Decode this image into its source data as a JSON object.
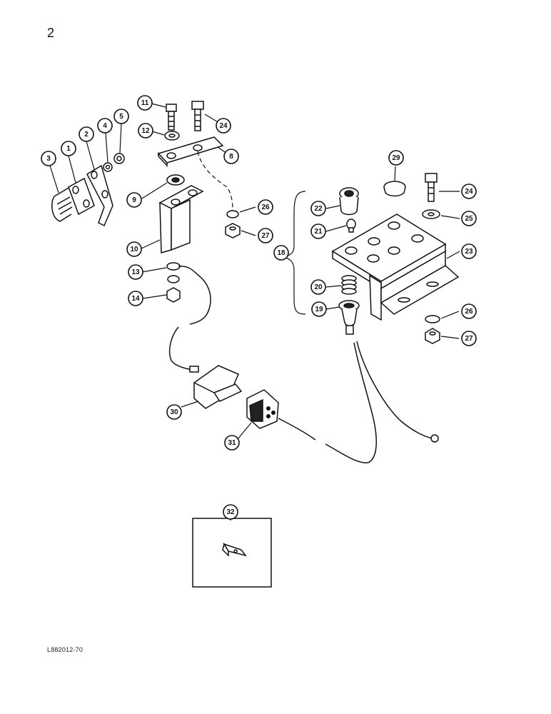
{
  "page_number": "2",
  "figure_code": "L882012-70",
  "callouts": [
    "1",
    "2",
    "3",
    "4",
    "5",
    "8",
    "9",
    "10",
    "11",
    "12",
    "13",
    "14",
    "18",
    "19",
    "20",
    "21",
    "22",
    "23",
    "24",
    "24",
    "25",
    "26",
    "26",
    "27",
    "27",
    "29",
    "30",
    "31",
    "32"
  ],
  "parts": [
    {
      "name": "u-bolt-clamp"
    },
    {
      "name": "clamp-plate"
    },
    {
      "name": "mounting-bracket"
    },
    {
      "name": "lamp-housing-plate"
    },
    {
      "name": "bolt"
    },
    {
      "name": "washer"
    },
    {
      "name": "nut"
    },
    {
      "name": "ground-wire"
    },
    {
      "name": "wire-connector"
    },
    {
      "name": "socket-connector"
    },
    {
      "name": "lamp-socket"
    },
    {
      "name": "bulb"
    },
    {
      "name": "spring"
    },
    {
      "name": "plug"
    },
    {
      "name": "connector-pin"
    }
  ]
}
